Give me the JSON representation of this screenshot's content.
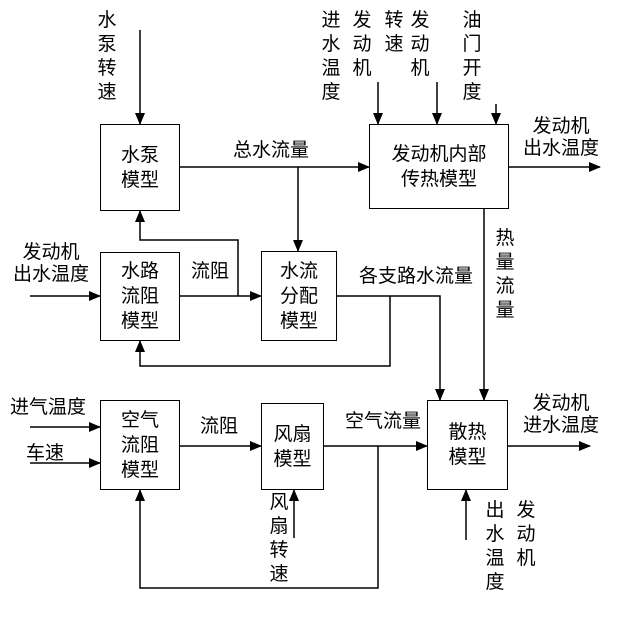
{
  "blocks": {
    "pump": "水泵\n模型",
    "engine": "发动机内部\n传热模型",
    "hydro_resist": "水路\n流阻\n模型",
    "flow_dist": "水流\n分配\n模型",
    "air_resist": "空气\n流阻\n模型",
    "fan": "风扇\n模型",
    "radiator": "散热\n模型"
  },
  "labels": {
    "pump_speed": "水\n泵\n转\n速",
    "inlet_water_temp_top": "进\n水\n温\n度",
    "engine_speed_col1": "发\n动\n机",
    "engine_speed_col2": "转\n速",
    "engine_col3": "发\n动\n机",
    "throttle": "油\n门\n开\n度",
    "engine_outlet_temp_out": "发动机\n出水温度",
    "total_water_flow": "总水流量",
    "heat_flow": "热\n量\n流\n量",
    "engine_outlet_temp_in": "发动机\n出水温度",
    "water_resistance": "流阻",
    "branch_water_flow": "各支路水流量",
    "intake_air_temp": "进气温度",
    "vehicle_speed": "车速",
    "air_resistance": "流阻",
    "air_flow": "空气流量",
    "engine_inlet_temp_out": "发动机\n进水温度",
    "fan_speed": "风\n扇\n转\n速",
    "radiator_outlet_col1": "出\n水\n温\n度",
    "radiator_outlet_col2": "发\n动\n机"
  }
}
